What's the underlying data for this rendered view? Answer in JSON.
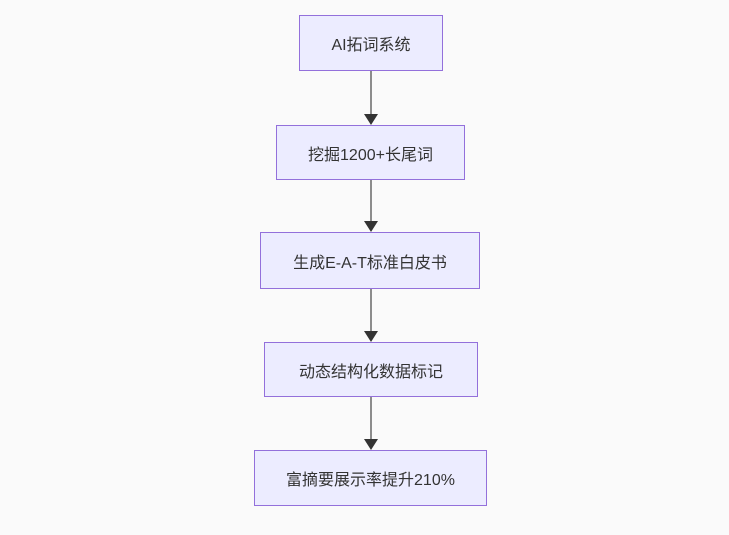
{
  "flowchart": {
    "type": "flowchart",
    "direction": "top-down",
    "nodes": [
      {
        "id": "n1",
        "label": "AI拓词系统"
      },
      {
        "id": "n2",
        "label": "挖掘1200+长尾词"
      },
      {
        "id": "n3",
        "label": "生成E-A-T标准白皮书"
      },
      {
        "id": "n4",
        "label": "动态结构化数据标记"
      },
      {
        "id": "n5",
        "label": "富摘要展示率提升210%"
      }
    ],
    "edges": [
      {
        "from": "n1",
        "to": "n2",
        "style": "arrow-down"
      },
      {
        "from": "n2",
        "to": "n3",
        "style": "arrow-down"
      },
      {
        "from": "n3",
        "to": "n4",
        "style": "arrow-down"
      },
      {
        "from": "n4",
        "to": "n5",
        "style": "arrow-down"
      }
    ],
    "colors": {
      "background": "#fafafa",
      "node_fill": "#ececff",
      "node_border": "#9370db",
      "node_text": "#333333",
      "edge_line": "#8c8c8c",
      "arrowhead": "#333333"
    }
  }
}
